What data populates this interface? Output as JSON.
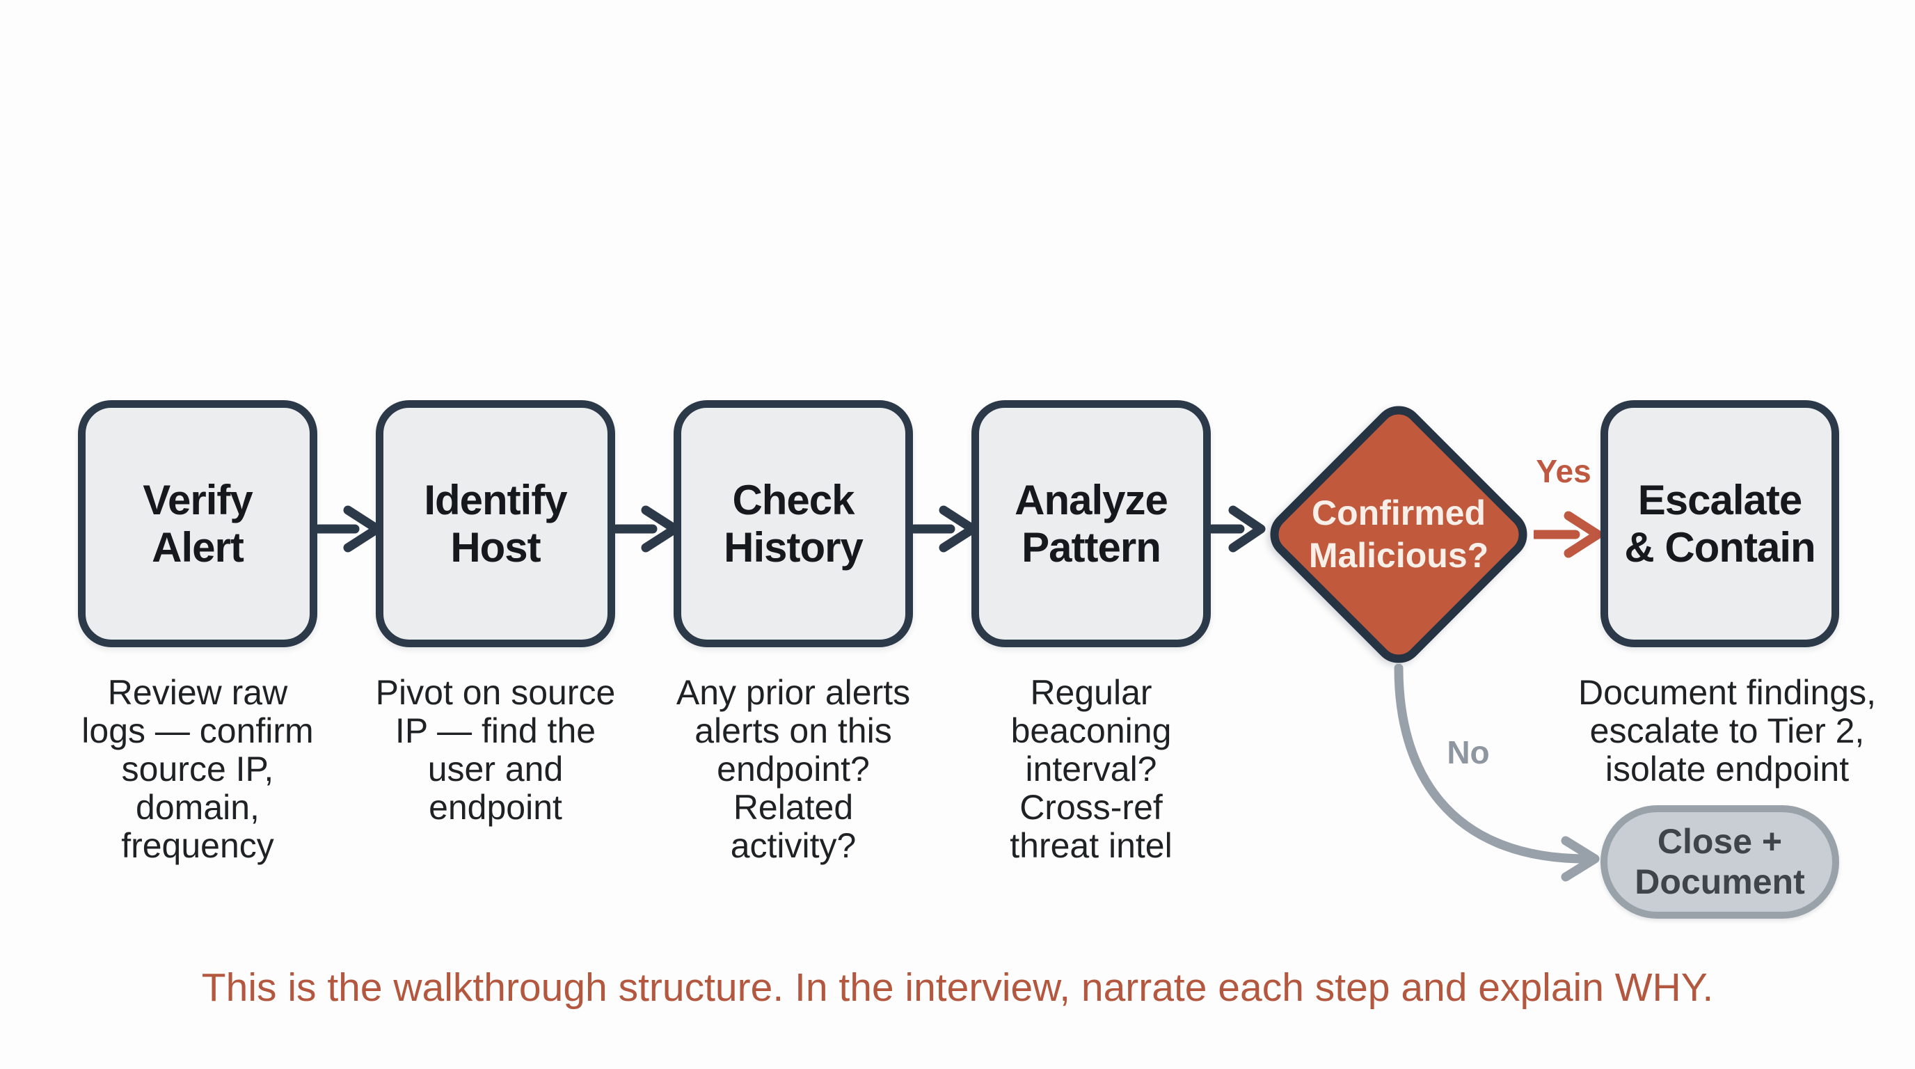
{
  "flowchart": {
    "steps": [
      {
        "title": "Verify Alert",
        "description": "Review raw logs — confirm source IP, domain, frequency"
      },
      {
        "title": "Identify Host",
        "description": "Pivot on source IP — find the user and endpoint"
      },
      {
        "title": "Check History",
        "description": "Any prior alerts alerts on this endpoint? Related activity?"
      },
      {
        "title": "Analyze Pattern",
        "description": "Regular beaconing interval? Cross-ref threat intel"
      }
    ],
    "decision": {
      "label": "Confirmed Malicious?",
      "yes_label": "Yes",
      "no_label": "No"
    },
    "yes_outcome": {
      "title": "Escalate & Contain",
      "description": "Document findings, escalate to Tier 2, isolate endpoint"
    },
    "no_outcome": {
      "title": "Close + Document"
    },
    "caption": "This is the walkthrough structure. In the interview, narrate each step and explain WHY."
  },
  "icons": {
    "flow_arrow": "right-arrow",
    "yes_arrow": "right-arrow",
    "no_arrow": "curved-down-right-arrow"
  },
  "colors": {
    "background": "#fdfdfd",
    "node_fill": "#ecedef",
    "node_border": "#2b3949",
    "node_text": "#15181c",
    "decision_fill": "#c15a3d",
    "decision_border": "#263343",
    "decision_text": "#f8efe9",
    "yes_accent": "#bf5840",
    "no_accent": "#8e96a0",
    "terminal_fill": "#c9ced4",
    "terminal_border": "#99a1a9",
    "terminal_text": "#3f444b",
    "caption_color": "#b3573f"
  }
}
